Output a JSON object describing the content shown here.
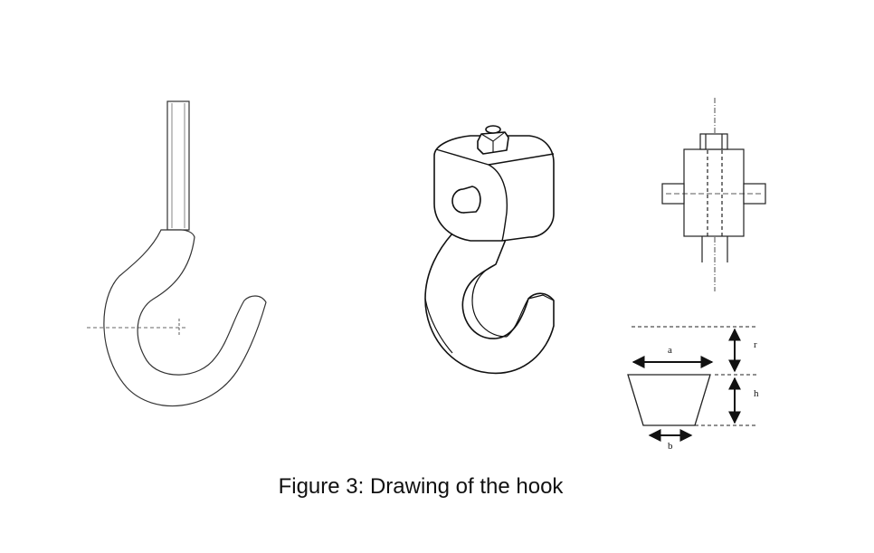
{
  "figure": {
    "caption": "Figure 3: Drawing of the hook",
    "section_labels": {
      "a": "a",
      "b": "b",
      "r": "r",
      "h": "h"
    }
  },
  "colors": {
    "line": "#222222",
    "background": "#ffffff"
  }
}
